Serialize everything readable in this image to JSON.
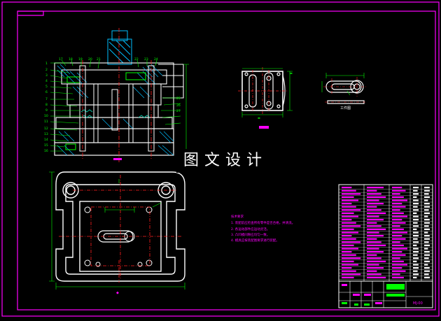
{
  "watermark": "图文设计",
  "colors": {
    "frame": "#ff00ff",
    "outline": "#ffffff",
    "center_line": "#ff2020",
    "dimension": "#00ff00",
    "section": "#00bfff",
    "hatch": "#00bfff",
    "notes": "#ff00ff",
    "spring": "#00c0a0"
  },
  "icons": {
    "guide_post_rings": "circle-icon",
    "title_block_highlight": "green-bar-icon"
  },
  "notes": {
    "title": "技术要求",
    "items": [
      "1. 装配前应检查所有零件是否合格，并清洗。",
      "2. 各运动部件应运动灵活。",
      "3. 凸凹模间隙应均匀一致。",
      "4. 模具应按装配图要求进行装配。"
    ]
  },
  "part_caption": "工件图",
  "title_block": {
    "drawing_no": "MJ-00"
  }
}
